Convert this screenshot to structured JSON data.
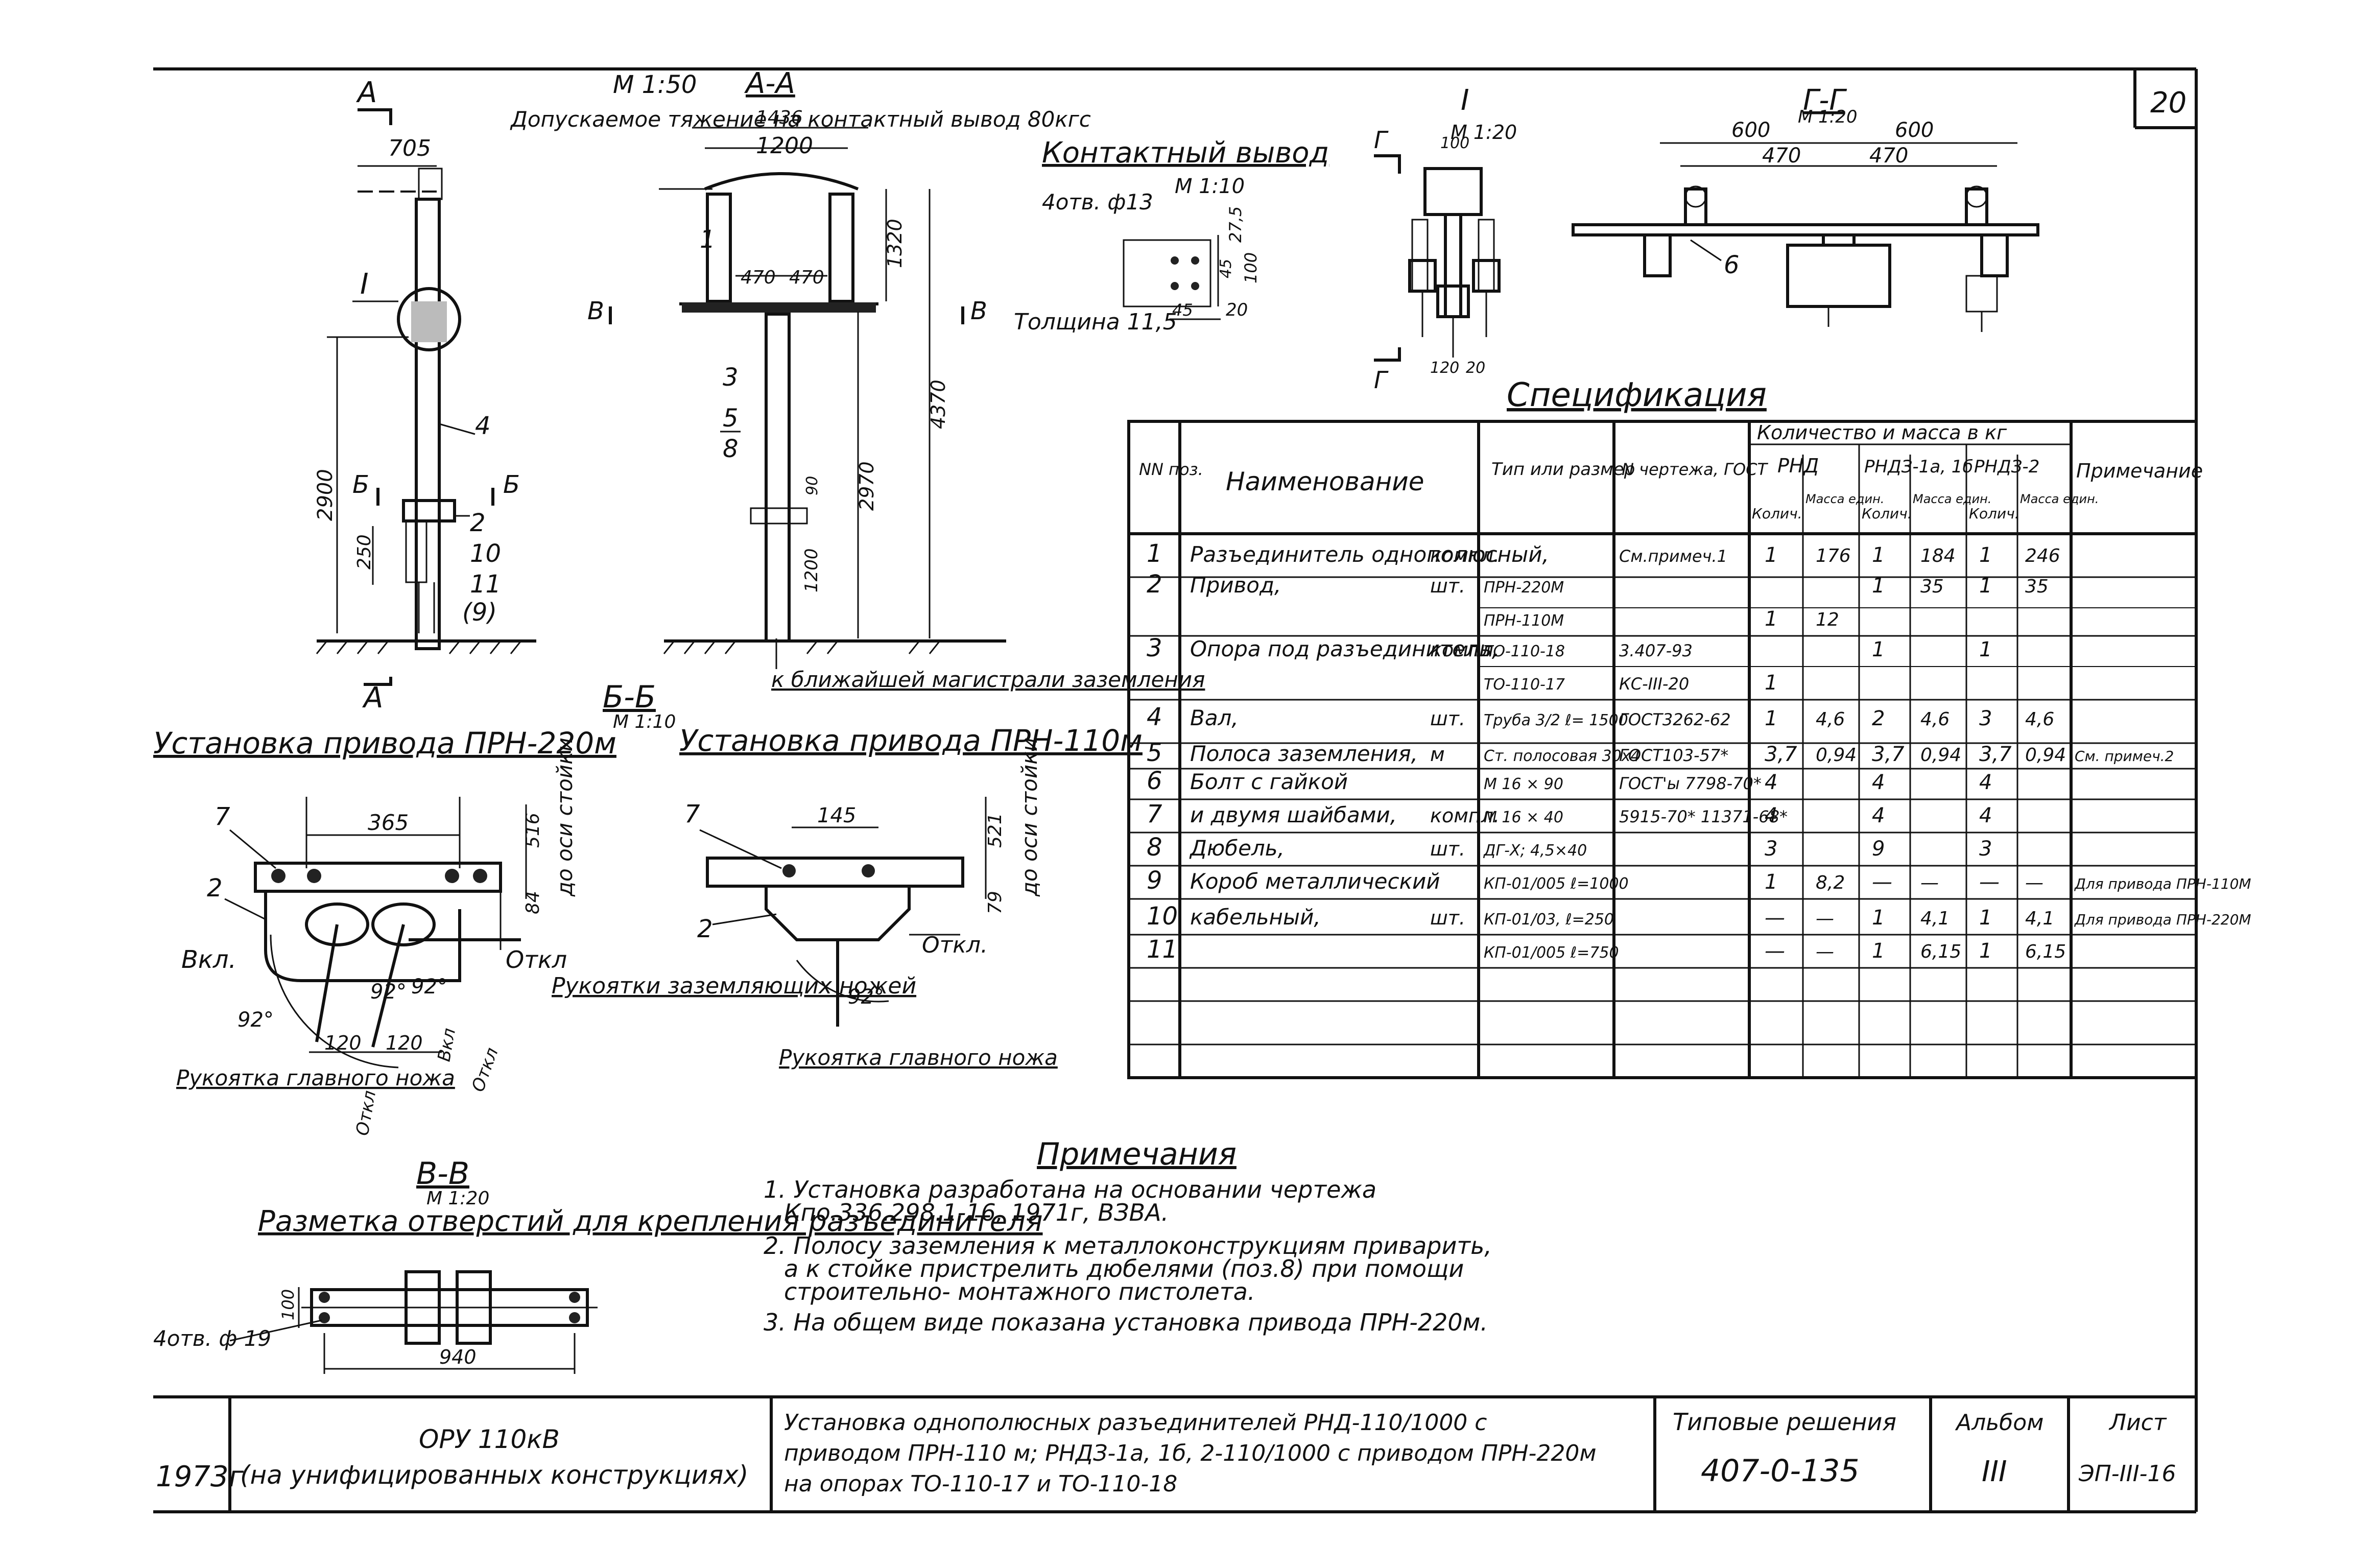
{
  "sheet_number": "20",
  "drawings": {
    "side_view": {
      "scale": "М 1:50",
      "cut_a": "А",
      "dim_705": "705",
      "dim_2900": "2900",
      "dim_250": "250",
      "cut_b": "Б",
      "node_i": "I",
      "pos_2": "2",
      "pos_4": "4",
      "pos_10": "10",
      "pos_11": "11",
      "pos_9": "(9)"
    },
    "section_aa": {
      "title": "А-А",
      "tension_note": "Допускаемое тяжение на контактный вывод 80кгс",
      "dim_1436": "1436",
      "dim_1200": "1200",
      "dim_470a": "470",
      "dim_470b": "470",
      "dim_1320": "1320",
      "dim_4370": "4370",
      "dim_2970": "2970",
      "dim_1200b": "1200",
      "dim_90": "90",
      "cut_b": "В",
      "pos_1": "1",
      "pos_3": "3",
      "pos_5": "5",
      "pos_8": "8",
      "ground_note": "к ближайшей магистрали заземления"
    },
    "contact_terminal": {
      "title": "Контактный вывод",
      "scale": "М 1:10",
      "holes": "4отв. ф13",
      "thickness": "Толщина 11,5",
      "dim_27_5": "27,5",
      "dim_45v": "45",
      "dim_100": "100",
      "dim_45h": "45",
      "dim_20": "20"
    },
    "node_i_view": {
      "title": "I",
      "scale": "М 1:20",
      "dim_100": "100",
      "dim_120": "120",
      "dim_20": "20",
      "cut_g": "Г"
    },
    "section_gg": {
      "title": "Г-Г",
      "scale": "М 1:20",
      "dim_600a": "600",
      "dim_600b": "600",
      "dim_470a": "470",
      "dim_470b": "470",
      "pos_6": "6"
    },
    "drive_220": {
      "title": "Установка привода ПРН-220м",
      "dim_365": "365",
      "dim_516": "516",
      "dim_84": "84",
      "axis_note": "до оси стойки",
      "label_on": "Вкл.",
      "label_off": "Откл",
      "angle_92a": "92°",
      "angle_92b": "92°",
      "angle_92c": "92°",
      "dim_120a": "120",
      "dim_120b": "120",
      "handle_earth": "Рукоятки заземляющих ножей",
      "handle_main": "Рукоятка главного ножа",
      "pos_2": "2",
      "pos_7": "7",
      "rot_on": "Вкл",
      "rot_off": "Откл",
      "rot_off2": "Откл"
    },
    "section_bb": {
      "title": "Б-Б",
      "scale": "М 1:10"
    },
    "drive_110": {
      "title": "Установка привода ПРН-110м",
      "dim_145": "145",
      "dim_521": "521",
      "dim_79": "79",
      "axis_note": "до оси стойки",
      "angle_92": "92°",
      "label_off": "Откл.",
      "handle_main": "Рукоятка главного ножа",
      "pos_2": "2",
      "pos_7": "7"
    },
    "section_vv": {
      "title": "В-В",
      "scale": "М 1:20",
      "subtitle": "Разметка отверстий для крепления разъединителя",
      "holes": "4отв. ф 19",
      "dim_940": "940",
      "dim_100": "100"
    }
  },
  "specification": {
    "title": "Спецификация",
    "headers": {
      "num": "NN поз.",
      "name": "Наименование",
      "type": "Тип или размер",
      "drawing": "N чертежа, ГОСТ",
      "qty_mass": "Количество и масса в кг",
      "groups": [
        "РНД",
        "РНДЗ-1а, 1б",
        "РНДЗ-2"
      ],
      "qty": "Колич.",
      "mass": "Масса един.",
      "note": "Примечание"
    },
    "rows": [
      {
        "n": "1",
        "name": "Разъединитель однополюсный,",
        "unit": "компл.",
        "type": "",
        "gost": "См.примеч.1",
        "q1": "1",
        "m1": "176",
        "q2": "1",
        "m2": "184",
        "q3": "1",
        "m3": "246",
        "note": ""
      },
      {
        "n": "2",
        "name": "Привод,",
        "unit": "шт.",
        "type": "ПРН-220М",
        "gost": "",
        "q1": "",
        "m1": "",
        "q2": "1",
        "m2": "35",
        "q3": "1",
        "m3": "35",
        "note": ""
      },
      {
        "n": "",
        "name": "",
        "unit": "",
        "type": "ПРН-110М",
        "gost": "",
        "q1": "1",
        "m1": "12",
        "q2": "",
        "m2": "",
        "q3": "",
        "m3": "",
        "note": ""
      },
      {
        "n": "3",
        "name": "Опора под разъединитель,",
        "unit": "компл.",
        "type": "ТО-110-18",
        "gost": "3.407-93",
        "q1": "",
        "m1": "",
        "q2": "1",
        "m2": "",
        "q3": "1",
        "m3": "",
        "note": ""
      },
      {
        "n": "",
        "name": "",
        "unit": "",
        "type": "ТО-110-17",
        "gost": "КС-III-20",
        "q1": "1",
        "m1": "",
        "q2": "",
        "m2": "",
        "q3": "",
        "m3": "",
        "note": ""
      },
      {
        "n": "4",
        "name": "Вал,",
        "unit": "шт.",
        "type": "Труба 3/2 ℓ= 1500",
        "gost": "ГОСТ3262-62",
        "q1": "1",
        "m1": "4,6",
        "q2": "2",
        "m2": "4,6",
        "q3": "3",
        "m3": "4,6",
        "note": ""
      },
      {
        "n": "5",
        "name": "Полоса заземления,",
        "unit": "м",
        "type": "Ст. полосовая 30х4",
        "gost": "ГОСТ103-57*",
        "q1": "3,7",
        "m1": "0,94",
        "q2": "3,7",
        "m2": "0,94",
        "q3": "3,7",
        "m3": "0,94",
        "note": "См. примеч.2"
      },
      {
        "n": "6",
        "name": "Болт с гайкой",
        "unit": "",
        "type": "М 16 × 90",
        "gost": "ГОСТ'ы 7798-70*",
        "q1": "4",
        "m1": "",
        "q2": "4",
        "m2": "",
        "q3": "4",
        "m3": "",
        "note": ""
      },
      {
        "n": "7",
        "name": "и двумя шайбами,",
        "unit": "компл.",
        "type": "М 16 × 40",
        "gost": "5915-70* 11371-68*",
        "q1": "4",
        "m1": "",
        "q2": "4",
        "m2": "",
        "q3": "4",
        "m3": "",
        "note": ""
      },
      {
        "n": "8",
        "name": "Дюбель,",
        "unit": "шт.",
        "type": "ДГ-Х; 4,5×40",
        "gost": "",
        "q1": "3",
        "m1": "",
        "q2": "9",
        "m2": "",
        "q3": "3",
        "m3": "",
        "note": ""
      },
      {
        "n": "9",
        "name": "Короб металлический",
        "unit": "",
        "type": "КП-01/005 ℓ=1000",
        "gost": "",
        "q1": "1",
        "m1": "8,2",
        "q2": "—",
        "m2": "—",
        "q3": "—",
        "m3": "—",
        "note": "Для привода ПРН-110М"
      },
      {
        "n": "10",
        "name": "кабельный,",
        "unit": "шт.",
        "type": "КП-01/03, ℓ=250",
        "gost": "",
        "q1": "—",
        "m1": "—",
        "q2": "1",
        "m2": "4,1",
        "q3": "1",
        "m3": "4,1",
        "note": "Для привода ПРН-220М"
      },
      {
        "n": "11",
        "name": "",
        "unit": "",
        "type": "КП-01/005 ℓ=750",
        "gost": "",
        "q1": "—",
        "m1": "—",
        "q2": "1",
        "m2": "6,15",
        "q3": "1",
        "m3": "6,15",
        "note": ""
      }
    ]
  },
  "notes": {
    "title": "Примечания",
    "items": [
      "1. Установка разработана на основании чертежа",
      "Кпо.336.298.1-16, 1971г, ВЗВА.",
      "2. Полосу заземления к металлоконструкциям приварить,",
      "а к стойке пристрелить дюбелями (поз.8) при помощи",
      "строительно- монтажного пистолета.",
      "3. На общем виде показана установка привода ПРН-220м."
    ]
  },
  "title_block": {
    "year": "1973г",
    "project_line1": "ОРУ 110кВ",
    "project_line2": "(на унифицированных конструкциях)",
    "desc_line1": "Установка однополюсных разъединителей РНД-110/1000 с",
    "desc_line2": "приводом ПРН-110 м; РНДЗ-1а, 1б, 2-110/1000 с приводом ПРН-220м",
    "desc_line3": "на опорах ТО-110-17 и ТО-110-18",
    "typical_label": "Типовые решения",
    "typical_value": "407-0-135",
    "album_label": "Альбом",
    "album_value": "III",
    "sheet_label": "Лист",
    "sheet_value": "ЭП-III-16"
  }
}
